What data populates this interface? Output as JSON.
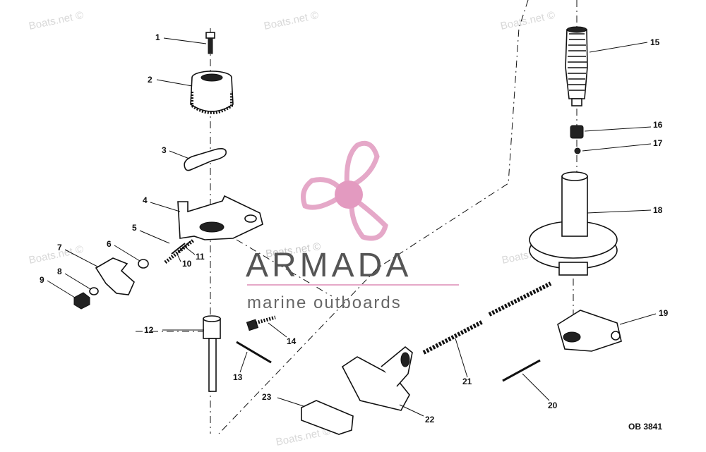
{
  "watermarks": [
    "Boats.net ©",
    "Boats.net ©",
    "Boats.net ©",
    "Boats.net ©",
    "Boats.net ©",
    "Boats.net ©"
  ],
  "logo": {
    "brand_name": "ARMADA",
    "tagline": "marine outboards",
    "watermark": "Boats.net ©",
    "propeller_color": "#e5a8c8",
    "hub_color": "#e39ac0"
  },
  "callouts": [
    "1",
    "2",
    "3",
    "4",
    "5",
    "6",
    "7",
    "8",
    "9",
    "10",
    "11",
    "12",
    "13",
    "14",
    "15",
    "16",
    "17",
    "18",
    "19",
    "20",
    "21",
    "22",
    "23"
  ],
  "figure_code": "OB 3841"
}
